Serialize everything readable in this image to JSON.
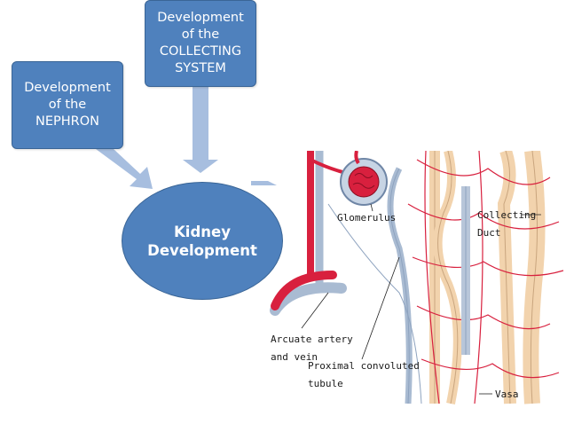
{
  "boxes": {
    "collecting_system": "Development\nof the\nCOLLECTING\nSYSTEM",
    "nephron": "Development\nof the\nNEPHRON"
  },
  "center": {
    "title": "Kidney\nDevelopment"
  },
  "anatomy_labels": {
    "glomerulus": "Glomerulus",
    "collecting_line1": "Collecting",
    "collecting_line2": "Duct",
    "arcuate_line1": "Arcuate artery",
    "arcuate_line2": "and vein",
    "pct_line1": "Proximal convoluted",
    "pct_line2": "tubule",
    "vasa": "Vasa"
  },
  "colors": {
    "box_fill": "#4f81bd",
    "arrow_fill": "#a7bedf",
    "artery": "#d8203e",
    "vein": "#a9bbd2",
    "tubule": "#f2d3ad"
  }
}
